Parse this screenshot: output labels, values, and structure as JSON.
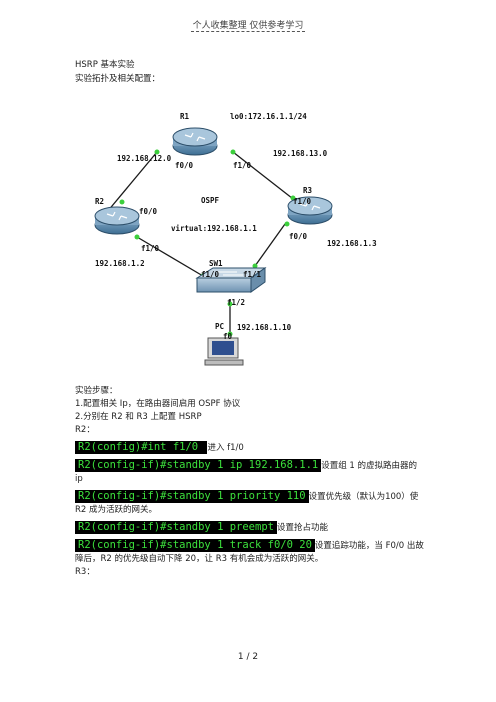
{
  "header": "个人收集整理    仅供参考学习",
  "title": "HSRP 基本实验",
  "subtitle": "实验拓扑及相关配置：",
  "diagram": {
    "nodes": {
      "r1": "R1",
      "r2": "R2",
      "r3": "R3",
      "sw1": "SW1",
      "pc": "PC"
    },
    "labels": {
      "lo0": "lo0:172.16.1.1/24",
      "net12": "192.168.12.0",
      "net13": "192.168.13.0",
      "r1_f00": "f0/0",
      "r1_f10": "f1/0",
      "r3_f10": "f1/0",
      "r2_f00": "f0/0",
      "ospf": "OSPF",
      "r3_f00": "f0/0",
      "virtual": "virtual:192.168.1.1",
      "r3_ip": "192.168.1.3",
      "r2_f10": "f1/0",
      "r2_ip": "192.168.1.2",
      "sw_f10": "f1/0",
      "sw_f11": "f1/1",
      "sw_f12": "f1/2",
      "pc_ip": "192.168.1.10",
      "pc_f0": "f0"
    }
  },
  "steps": {
    "heading": "实验步骤：",
    "step1": "1.配置相关 Ip，在路由器间启用 OSPF 协议",
    "step2": "2.分别在 R2 和 R3 上配置 HSRP",
    "r2_label": "R2：",
    "commands": [
      {
        "cmd": "R2(config)#int f1/0 ",
        "note": "进入 f1/0"
      },
      {
        "cmd": "R2(config-if)#standby 1 ip 192.168.1.1",
        "note": "设置组 1 的虚拟路由器的 ip"
      },
      {
        "cmd": "R2(config-if)#standby 1 priority 110",
        "note": "设置优先级（默认为100）使 R2 成为活跃的网关。"
      },
      {
        "cmd": "R2(config-if)#standby 1 preempt",
        "note": "设置抢占功能"
      },
      {
        "cmd": "R2(config-if)#standby 1 track f0/0 20",
        "note": "设置追踪功能，当 F0/0 出故障后，R2 的优先级自动下降 20，让 R3 有机会成为活跃的网关。"
      }
    ],
    "r3_label": "R3："
  },
  "page_number": "1 / 2"
}
